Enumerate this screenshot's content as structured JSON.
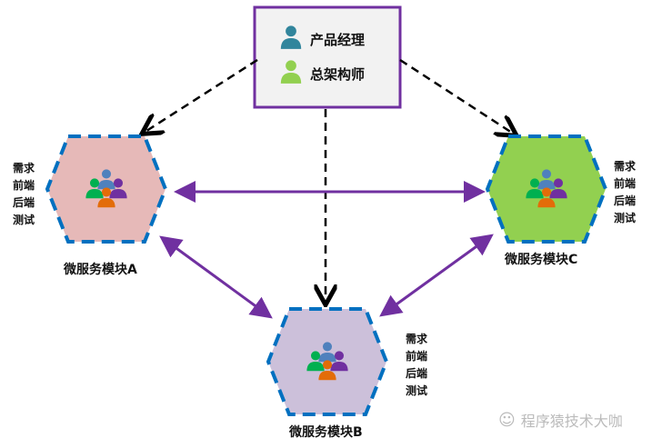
{
  "top_box": {
    "roles": [
      {
        "label": "产品经理",
        "icon": "person-icon",
        "color": "#31859c"
      },
      {
        "label": "总架构师",
        "icon": "person-icon",
        "color": "#92d050"
      }
    ]
  },
  "modules": [
    {
      "name": "微服务模块A",
      "fill": "#e6b9b8",
      "tasks": [
        "需求",
        "前端",
        "后端",
        "测试"
      ]
    },
    {
      "name": "微服务模块B",
      "fill": "#ccc0da",
      "tasks": [
        "需求",
        "前端",
        "后端",
        "测试"
      ]
    },
    {
      "name": "微服务模块C",
      "fill": "#92d050",
      "tasks": [
        "需求",
        "前端",
        "后端",
        "测试"
      ]
    }
  ],
  "colors": {
    "border": "#7030a0",
    "hex_border": "#0070c0",
    "team": [
      "#4f81bd",
      "#00b050",
      "#7030a0",
      "#e36c09"
    ]
  },
  "watermark": "程序猿技术大咖"
}
